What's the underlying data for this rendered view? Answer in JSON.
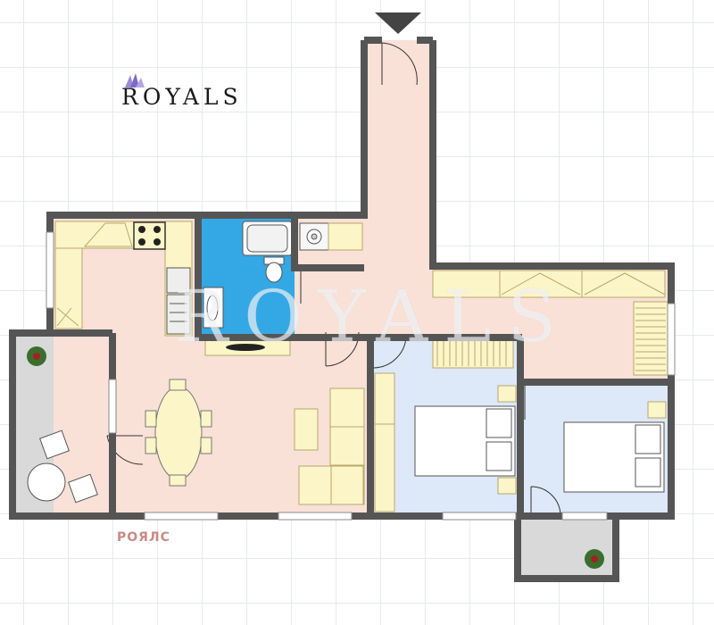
{
  "branding": {
    "logo_text": "ROYALS",
    "watermark_text": "ROYALS",
    "caption_text": "РОЯЛС"
  },
  "entrance_marker_icon": "triangle-down-icon",
  "colors": {
    "wall": "#555555",
    "living_floor": "#f9e1d7",
    "bedroom_floor": "#dde8f8",
    "bathroom_floor": "#34a8e4",
    "balcony_floor": "#d9d9d9",
    "cabinet": "#fbf5c8",
    "caption": "#c98a86"
  }
}
